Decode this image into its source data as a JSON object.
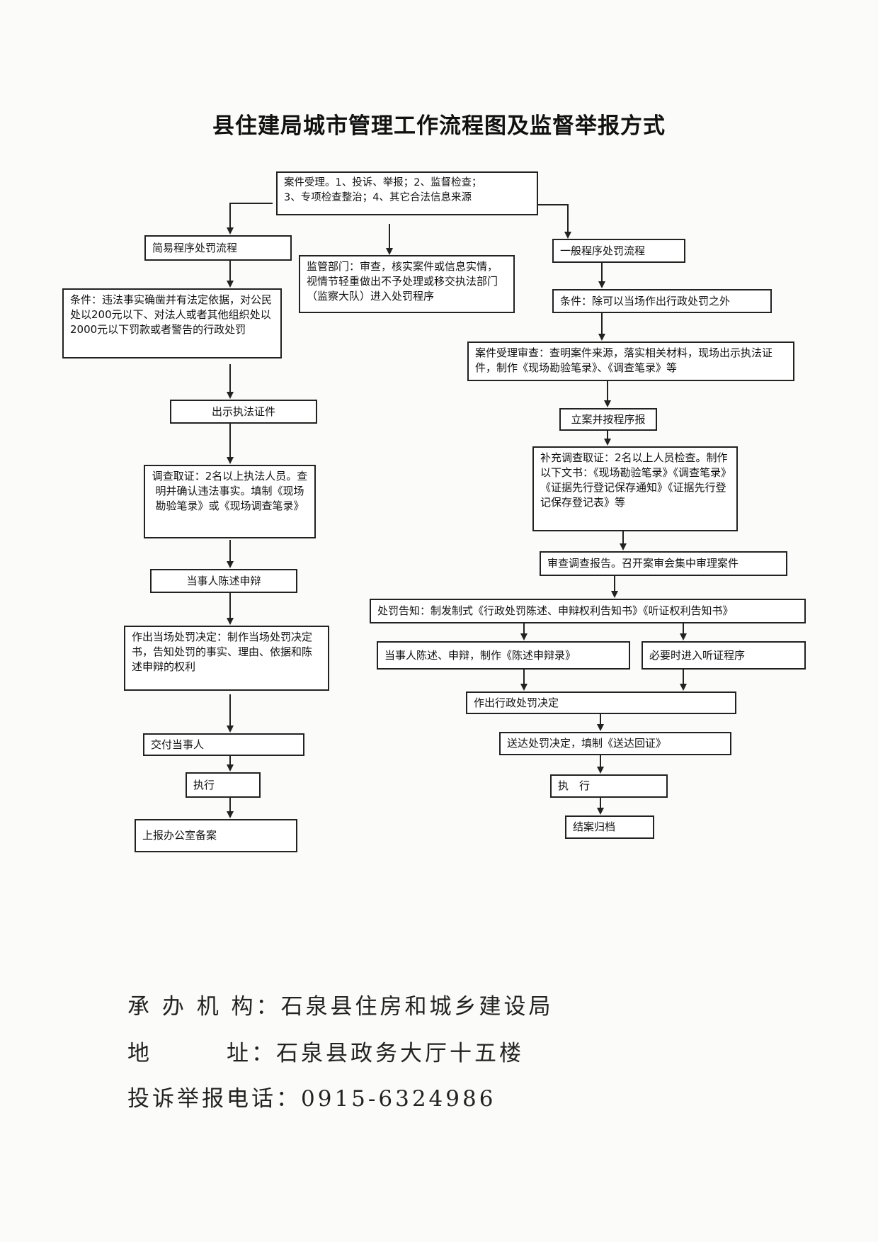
{
  "title": "县住建局城市管理工作流程图及监督举报方式",
  "top_box": "案件受理。1、投诉、举报；2、监督检查；\n3、专项检查整治；4、其它合法信息来源",
  "middle_box": "监管部门：审查，核实案件或信息实情，视情节轻重做出不予处理或移交执法部门（监察大队）进入处罚程序",
  "simple": {
    "header": "简易程序处罚流程",
    "condition": "条件：违法事实确凿并有法定依据，对公民处以200元以下、对法人或者其他组织处以2000元以下罚款或者警告的行政处罚",
    "show_cert": "出示执法证件",
    "investigate": "调查取证：2名以上执法人员。查明并确认违法事实。填制《现场勘验笔录》或《现场调查笔录》",
    "statement": "当事人陈述申辩",
    "decision": "作出当场处罚决定：制作当场处罚决定书，告知处罚的事实、理由、依据和陈述申辩的权利",
    "deliver": "交付当事人",
    "execute": "执行",
    "report": "上报办公室备案"
  },
  "general": {
    "header": "一般程序处罚流程",
    "condition": "条件：除可以当场作出行政处罚之外",
    "review": "案件受理审查：查明案件来源，落实相关材料，现场出示执法证件，制作《现场勘验笔录》、《调查笔录》等",
    "register": "立案并按程序报",
    "supplement": "补充调查取证：2名以上人员检查。制作以下文书：《现场勘验笔录》《调查笔录》《证据先行登记保存通知》《证据先行登记保存登记表》等",
    "report_review": "审查调查报告。召开案审会集中审理案件",
    "notice": "处罚告知：制发制式《行政处罚陈述、申辩权利告知书》《听证权利告知书》",
    "statement": "当事人陈述、申辩，制作《陈述申辩录》",
    "hearing": "必要时进入听证程序",
    "decision": "作出行政处罚决定",
    "serve": "送达处罚决定，填制《送达回证》",
    "execute": "执　行",
    "archive": "结案归档"
  },
  "footer": {
    "org_label": "承 办 机 构：",
    "org_value": "石泉县住房和城乡建设局",
    "addr_label": "地　　　址：",
    "addr_value": "石泉县政务大厅十五楼",
    "phone_label": "投诉举报电话：",
    "phone_value": "0915-6324986"
  }
}
